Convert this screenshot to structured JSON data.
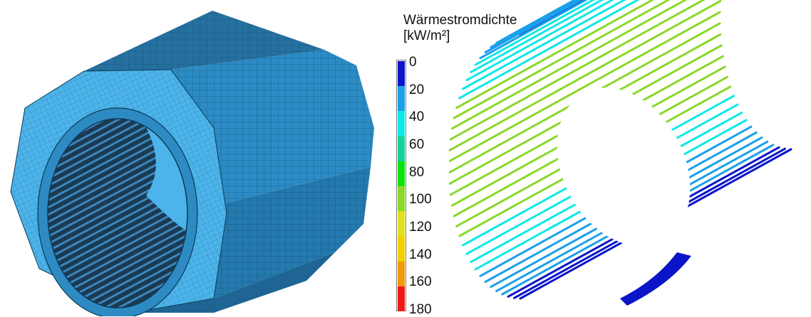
{
  "legend": {
    "title": "Wärmestromdichte",
    "unit": "[kW/m²]",
    "ticks": [
      "0",
      "20",
      "40",
      "60",
      "80",
      "100",
      "120",
      "140",
      "160",
      "180"
    ],
    "colors": [
      "#0a14c8",
      "#1aa0ea",
      "#10e8e8",
      "#18d09a",
      "#10e010",
      "#8ad82a",
      "#e0e020",
      "#f0d000",
      "#f09a10",
      "#ee1a1a"
    ]
  },
  "colors": {
    "mesh_face": "#2e9bd8",
    "mesh_dark": "#1b6a9a",
    "mesh_line": "#0b3a58"
  }
}
